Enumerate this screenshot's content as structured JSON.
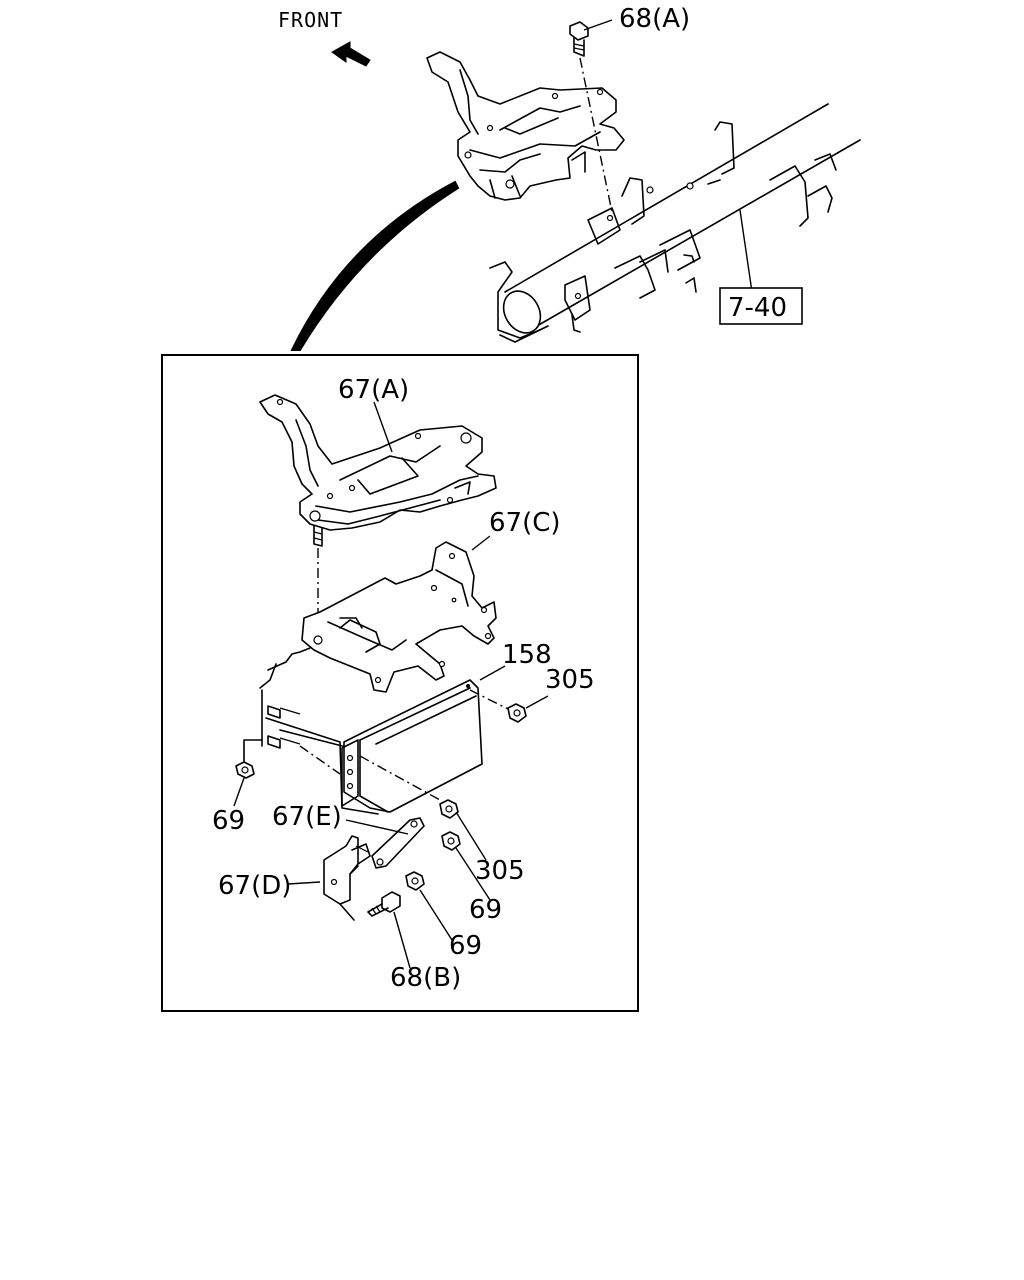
{
  "direction_label": "FRONT",
  "callouts": {
    "bolt_top": "68(A)",
    "reference": "7-40",
    "bracket_a": "67(A)",
    "bracket_c": "67(C)",
    "unit": "158",
    "nut_upper": "305",
    "nut_lower": "305",
    "nut_left": "69",
    "bracket_e": "67(E)",
    "bracket_d": "67(D)",
    "nut_mid": "69",
    "nut_bottom": "69",
    "bolt_bottom": "68(B)"
  }
}
